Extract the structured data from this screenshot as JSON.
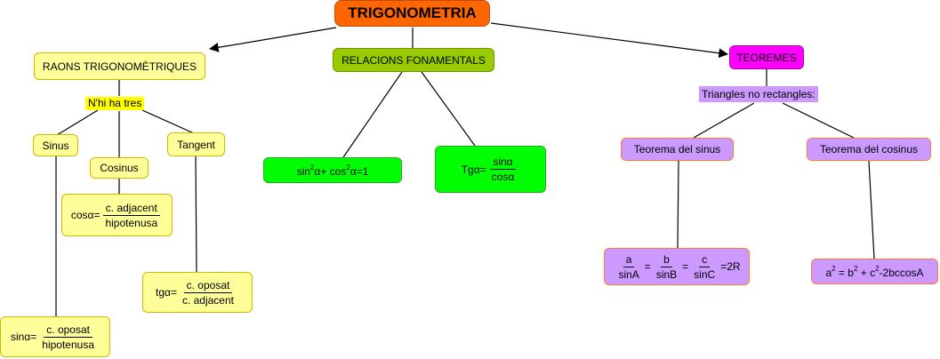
{
  "title": "TRIGONOMETRIA",
  "raons": {
    "heading": "RAONS TRIGONOMÈTRIQUES",
    "connector": "N'hi ha tres",
    "sinus": "Sinus",
    "cosinus": "Cosinus",
    "tangent": "Tangent",
    "cos_lhs": "cosα=",
    "cos_num": "c. adjacent",
    "cos_den": "hipotenusa",
    "tg_lhs": "tgα=",
    "tg_num": "c. oposat",
    "tg_den": "c. adjacent",
    "sin_lhs": "sinα=",
    "sin_num": "c. oposat",
    "sin_den": "hipotenusa"
  },
  "relacions": {
    "heading": "RELACIONS FONAMENTALS",
    "eq1_sin": "sin",
    "eq1_sin_exp": "2",
    "eq1_mid": "α+  cos",
    "eq1_cos_exp": "2",
    "eq1_end": "α=1",
    "eq2_lhs": "Tgα=",
    "eq2_num": "sinα",
    "eq2_den": "cosα"
  },
  "teoremes": {
    "heading": "TEOREMES",
    "connector": "Triangles no rectangles:",
    "sinus_theorem": "Teorema del sinus",
    "cosinus_theorem": "Teorema del cosinus",
    "sin_f1_num": "a",
    "sin_f1_den": "sinA",
    "sin_f2_num": "b",
    "sin_f2_den": "sinB",
    "sin_f3_num": "c",
    "sin_f3_den": "sinC",
    "eq_sign": "=",
    "sin_tail": "=2R",
    "cos_a": "a",
    "cos_exp_a": "2",
    "cos_eq_b": "= b",
    "cos_exp_b": "2",
    "cos_plus_c": "+ c",
    "cos_exp_c": "2",
    "cos_tail": "-2bccosA"
  }
}
